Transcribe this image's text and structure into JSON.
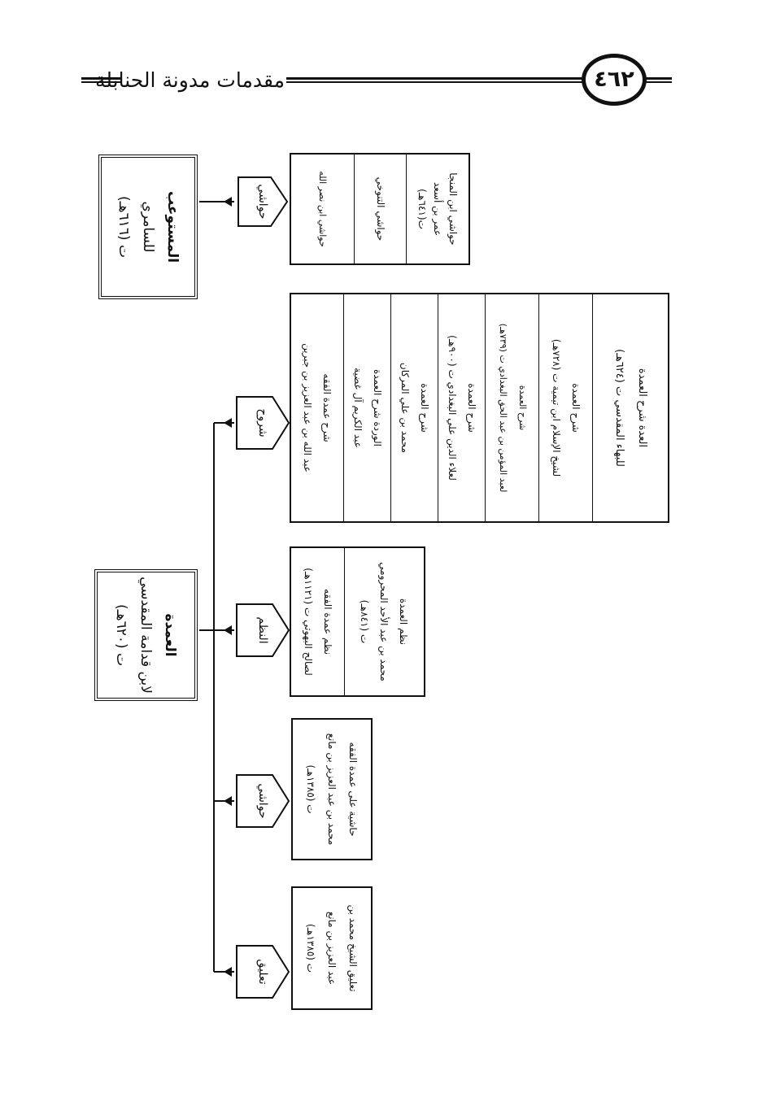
{
  "header": {
    "page_number": "٤٦٢",
    "title": "مقدمات مدونة الحنابلة"
  },
  "root_mustaw": {
    "lines": [
      "المستوعب",
      "للسامري",
      "ت (٦١٦هـ)"
    ]
  },
  "root_umda": {
    "lines": [
      "العمدة",
      "لابن قدامة المقدسي",
      "ت (٦٢٠هـ)"
    ]
  },
  "arrow_labels": {
    "hawashi_top": "حواشي",
    "shuruh": "شروح",
    "nazm": "النظم",
    "hawashi": "حواشي",
    "taliq": "تعليق"
  },
  "hawashi_top_box": [
    [
      "حواشي ابن المنجا",
      "عمر بن أسعد",
      "ت(٦٤١هـ)"
    ],
    [
      "حواشي التنوخي"
    ],
    [
      "حواشي ابن نصر الله"
    ]
  ],
  "shuruh_box": [
    [
      "العدة شرح العمدة",
      "للبهاء المقدسي ت (٦٢٤هـ)"
    ],
    [
      "شرح العمدة",
      "لشيخ الإسلام ابن تيمية ت (٧٢٨هـ)"
    ],
    [
      "شرح العمدة",
      "لعبد المؤمن بن عبد الحق البغدادي ت (٧٣٩هـ)"
    ],
    [
      "شرح العمدة",
      "لعلاء الدين علي البغدادي ت (٩٠٠هـ)"
    ],
    [
      "شرح العمدة",
      "محمد بن علي المركان"
    ],
    [
      "الوردة شرح العمدة",
      "عبد الكريم آل غضية"
    ],
    [
      "شرح عمدة الفقه",
      "عبد الله بن عبد العزيز بن جبرين"
    ]
  ],
  "nazm_box": [
    [
      "نظم العمدة",
      "محمد بن عبد الأحد المحرومي",
      "ت (٨٤١هـ)"
    ],
    [
      "نظم عمدة الفقه",
      "لصالح البهوتي ت (١١٢١هـ)"
    ]
  ],
  "hawashi_box": [
    [
      "حاشية على عمدة الفقه",
      "محمد بن عبد العزيز بن مانع",
      "ت (١٣٨٥هـ)"
    ]
  ],
  "taliq_box": [
    [
      "تعليق الشيخ محمد بن",
      "عبد العزيز بن مانع",
      "ت (١٣٨٥هـ)"
    ]
  ]
}
